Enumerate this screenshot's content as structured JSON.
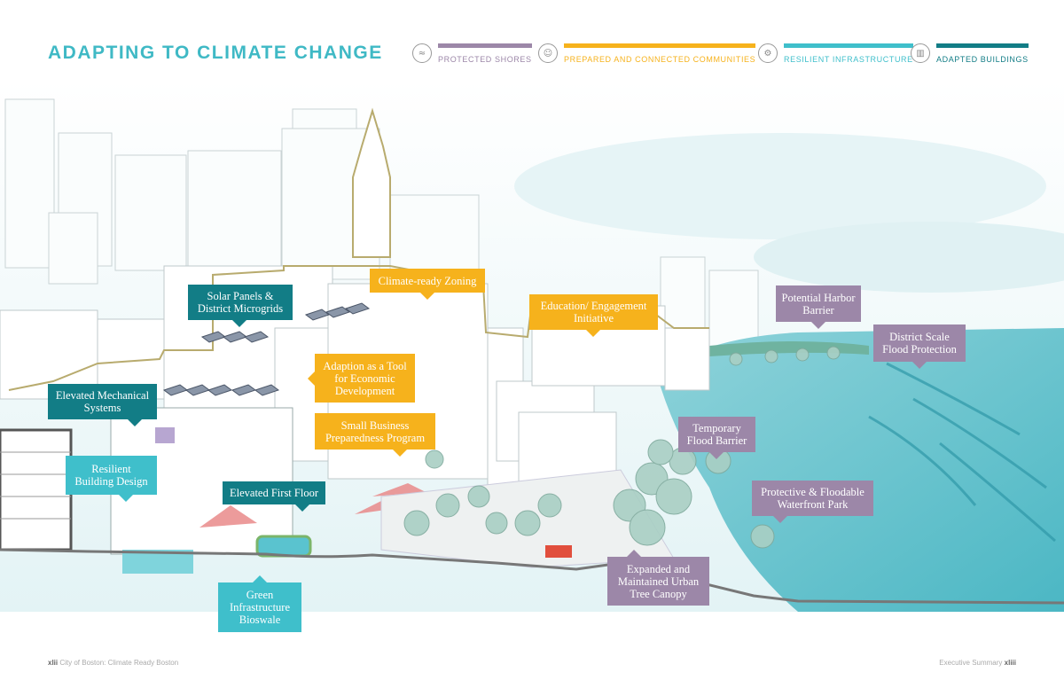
{
  "title": "ADAPTING TO CLIMATE CHANGE",
  "legend": [
    {
      "label": "PROTECTED SHORES",
      "color": "#9c87a8",
      "icon": "shore-icon"
    },
    {
      "label": "PREPARED AND CONNECTED COMMUNITIES",
      "color": "#f6b21c",
      "icon": "community-icon"
    },
    {
      "label": "RESILIENT INFRASTRUCTURE",
      "color": "#3fbfcb",
      "icon": "infrastructure-icon"
    },
    {
      "label": "ADAPTED BUILDINGS",
      "color": "#127d86",
      "icon": "building-icon"
    }
  ],
  "callouts": {
    "solar_panels": "Solar Panels & District Microgrids",
    "climate_zoning": "Climate-ready Zoning",
    "education": "Education/ Engagement Initiative",
    "harbor_barrier": "Potential Harbor Barrier",
    "district_flood": "District Scale Flood Protection",
    "economic": "Adaption as a Tool for Economic Development",
    "mechanical": "Elevated Mechanical Systems",
    "small_business": "Small Business Preparedness Program",
    "temporary_barrier": "Temporary Flood Barrier",
    "resilient_design": "Resilient Building Design",
    "first_floor": "Elevated First Floor",
    "waterfront_park": "Protective & Floodable Waterfront Park",
    "tree_canopy": "Expanded and Maintained Urban Tree Canopy",
    "bioswale": "Green Infrastructure Bioswale"
  },
  "footer": {
    "left_page": "xlii",
    "left_text": "City of Boston: Climate Ready Boston",
    "right_text": "Executive Summary",
    "right_page": "xliii"
  }
}
